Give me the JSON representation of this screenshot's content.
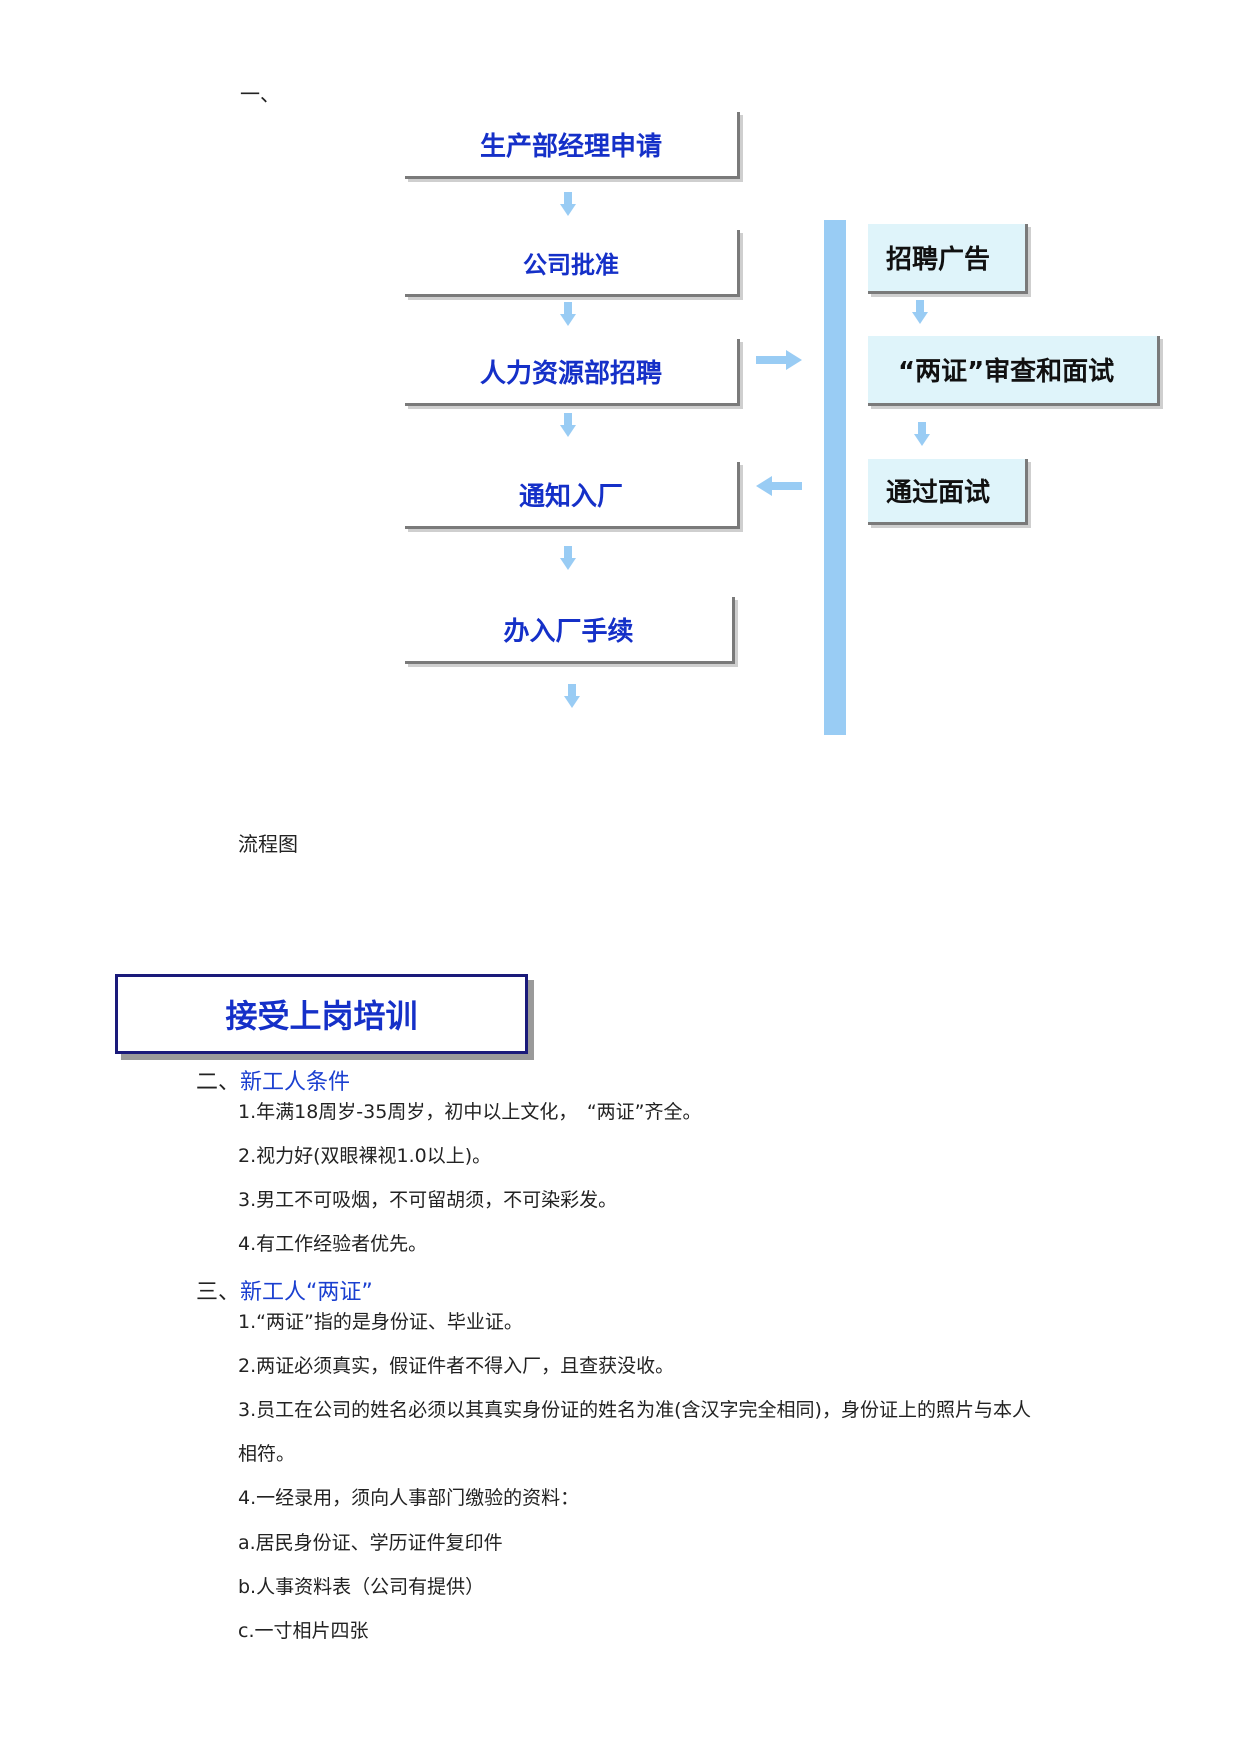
{
  "section1_number": "一、",
  "flow": {
    "main_steps": [
      "生产部经理申请",
      "公司批准",
      "人力资源部招聘",
      "通知入厂",
      "办入厂手续"
    ],
    "side_steps": [
      "招聘广告",
      "“两证”审查和面试",
      "通过面试"
    ],
    "caption": "流程图"
  },
  "training_title": "接受上岗培训",
  "section2": {
    "number": "二、",
    "title": "新工人条件",
    "items": [
      "1.年满18周岁-35周岁，初中以上文化，　“两证”齐全。",
      "2.视力好(双眼裸视1.0以上)。",
      "3.男工不可吸烟，不可留胡须，不可染彩发。",
      "4.有工作经验者优先。"
    ]
  },
  "section3": {
    "number": "三、",
    "title": "新工人“两证”",
    "items": [
      "1.“两证”指的是身份证、毕业证。",
      "2.两证必须真实，假证件者不得入厂，且查获没收。",
      "3.员工在公司的姓名必须以其真实身份证的姓名为准(含汉字完全相同)，身份证上的照片与本人",
      "相符。",
      "4.一经录用，须向人事部门缴验的资料：",
      "a.居民身份证、学历证件复印件",
      "b.人事资料表（公司有提供）",
      "c.一寸相片四张"
    ]
  },
  "colors": {
    "flow_text": "#1530c8",
    "bar": "#99ccf4",
    "side_fill": "#dff4fa"
  }
}
